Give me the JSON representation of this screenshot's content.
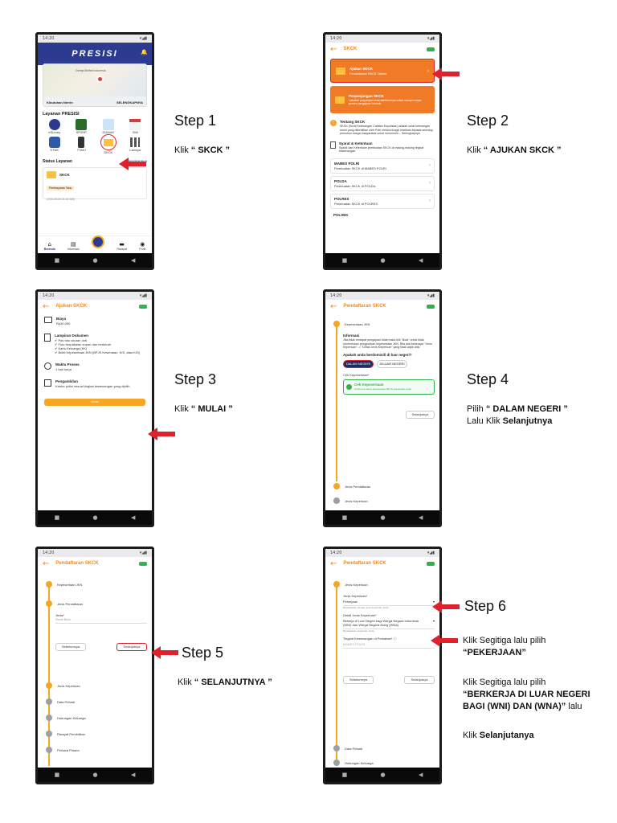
{
  "colors": {
    "accent": "#f5a623",
    "brand_dark": "#2c3b8f",
    "arrow": "#e0212b",
    "green": "#2fb34a"
  },
  "status_time": "14:20",
  "step1": {
    "label": "Step 1",
    "desc_prefix": "Klik ",
    "desc_bold": "“ SKCK ”",
    "app_brand": "PRESISI",
    "map_place": "Gereja Bethel Indonesia",
    "map_card_left": "Kibutuhan Nerrin",
    "map_card_right": "SELENGKAPNYA",
    "services_title": "Layanan PRESISI",
    "services": [
      "eSurvey",
      "SP2HP",
      "DUMAS",
      "SIM",
      "STNK",
      "TTAKI",
      "SKCK",
      "Lainnya"
    ],
    "status_title": "Status Layanan",
    "status_link": "Selengkapnya",
    "status_item": "SKCK",
    "status_sub": "Pembayaran Tahu",
    "status_date": "22/01/2024 23:15 WIB",
    "nav": [
      "Beranda",
      "Informasi",
      "",
      "Riwayat",
      "Profil"
    ]
  },
  "step2": {
    "label": "Step 2",
    "desc_prefix": "Klik ",
    "desc_bold": "“ AJUKAN SKCK ”",
    "title": "SKCK",
    "card1_title": "Ajukan SKCK",
    "card1_sub": "Pendaftaran SKCK Online",
    "card2_title": "Perpanjangan SKCK",
    "card2_sub": "Lakukan perpanjan Anda sebelumnya untuk mempercepat proses pengajuan formulir",
    "about_title": "Tentang SKCK",
    "about_text": "SKCK (Surat Keterangan Catatan Kepolisian) adalah surat keterangan resmi yang diterbitkan oleh Polri melalui fungsi Intelkam kepada seorang pemohon warga masyarakat untuk memenuhi... Selengkapnya",
    "terms_title": "Syarat & Ketentuan",
    "terms_text": "Syarat dan Ketentuan pembuatan SKCK di masing-masing tingkat kewenangan",
    "levels": [
      {
        "t": "MABES POLRI",
        "s": "Pembuatan SKCK di MABES POLRI"
      },
      {
        "t": "POLDA",
        "s": "Pembuatan SKCK di POLDA"
      },
      {
        "t": "POLRES",
        "s": "Pembuatan SKCK di POLRES"
      },
      {
        "t": "POLSEK",
        "s": ""
      }
    ]
  },
  "step3": {
    "label": "Step 3",
    "desc_prefix": "Klik ",
    "desc_bold": "“ MULAI ”",
    "title": "Ajukan SKCK",
    "price_label": "Biaya",
    "price": "Rp30,000",
    "docs_title": "Lampiran Dokumen",
    "docs": [
      "✔ Pas foto ukuran 4x6",
      "✔ Foto berpakaian sopan dan berkerah",
      "✔ Kartu Keluarga (KK)",
      "✔ Bukti Kepesertaan JKN (BPJS Kesehatan, KIS, atau KIS)"
    ],
    "time_label": "Waktu Proses",
    "time_val": "1 hari kerja",
    "pickup_label": "Pengambilan",
    "pickup_val": "Kantor polisi sesuai tingkat kewenangan yang dipilih",
    "start_button": "Mulai"
  },
  "step4": {
    "label": "Step 4",
    "desc_prefix": "Pilih ",
    "desc_bold": "“ DALAM NEGERI ”",
    "desc2_prefix": "Lalu Klik ",
    "desc2_bold": "Selanjutnya",
    "title": "Pendaftaran SKCK",
    "section1": "Kepesertaan JKN",
    "info_title": "Informasi",
    "info_text": "Jika tidak terdapat pengajuan tidak maka klik \"Buat\" untuk tidak memerlukan pengecekan kepesertaan JKN. Bila ada beberapa \"Jenis Keperluan\" -> \"Detail Jenis Keperluan\" yang tidak wajib diisi.",
    "question": "Apakah anda berdomisili di luar negeri?",
    "choice_on": "DALAM NEGERI",
    "choice_off": "DILUAR NEGERI",
    "check_label": "Cek Kepesertaan*",
    "check_title": "Cek Kepesertaan",
    "check_sub": "Untuk cek status kepesertaan BPJS Kesehatan Anda",
    "next": "Selanjutnya",
    "section2": "Jenis Pendaftaran",
    "section3": "Jenis Keperluan"
  },
  "step5": {
    "label": "Step 5",
    "desc_prefix": "Klik ",
    "desc_bold": "“ SELANJUTNYA ”",
    "title": "Pendaftaran SKCK",
    "s1": "Kepesertaan JKN",
    "s2": "Jenis Pendaftaran",
    "field_label": "Jenis*",
    "field_val": "Surat Baru",
    "prev": "Sebelumnya",
    "next": "Selanjutnya",
    "s3": "Jenis Keperluan",
    "s4": "Data Pribadi",
    "s5": "Hubungan Keluarga",
    "s6": "Riwayat Pendidikan",
    "s7": "Perkara Pidana"
  },
  "step6": {
    "label": "Step 6",
    "line1a": "Klik Segitiga lalu pilih",
    "line1b": "“PEKERJAAN”",
    "line2a": "Klik Segitiga lalu pilih",
    "line2b": "“BERKERJA DI LUAR NEGERI",
    "line2c": "BAGI (WNI) DAN (WNA)”",
    "line2d": " lalu",
    "line3a": "Klik ",
    "line3b": "Selanjutanya",
    "title": "Pendaftaran SKCK",
    "s1": "Jenis Keperluan",
    "f1_label": "Jenis Keperluan*",
    "f1_val": "Pekerjaan",
    "f1_help": "Berdasarkan dengan jenis keperluan anda",
    "f2_label": "Detail Jenis Keperluan*",
    "f2_val": "Bekerja di Luar Negeri bagi Warga Negara Indonesia (WNI) dan Warga Negara Asing (WNA)",
    "f2_help": "Berdasarkan keperluan anda",
    "f3_label": "Tingkat Kewenangan di Perkaban* ⓘ",
    "f3_val": "MABES POLRI",
    "prev": "Sebelumnya",
    "next": "Selanjutnya",
    "s2": "Data Pribadi",
    "s3": "Hubungan Keluarga"
  }
}
